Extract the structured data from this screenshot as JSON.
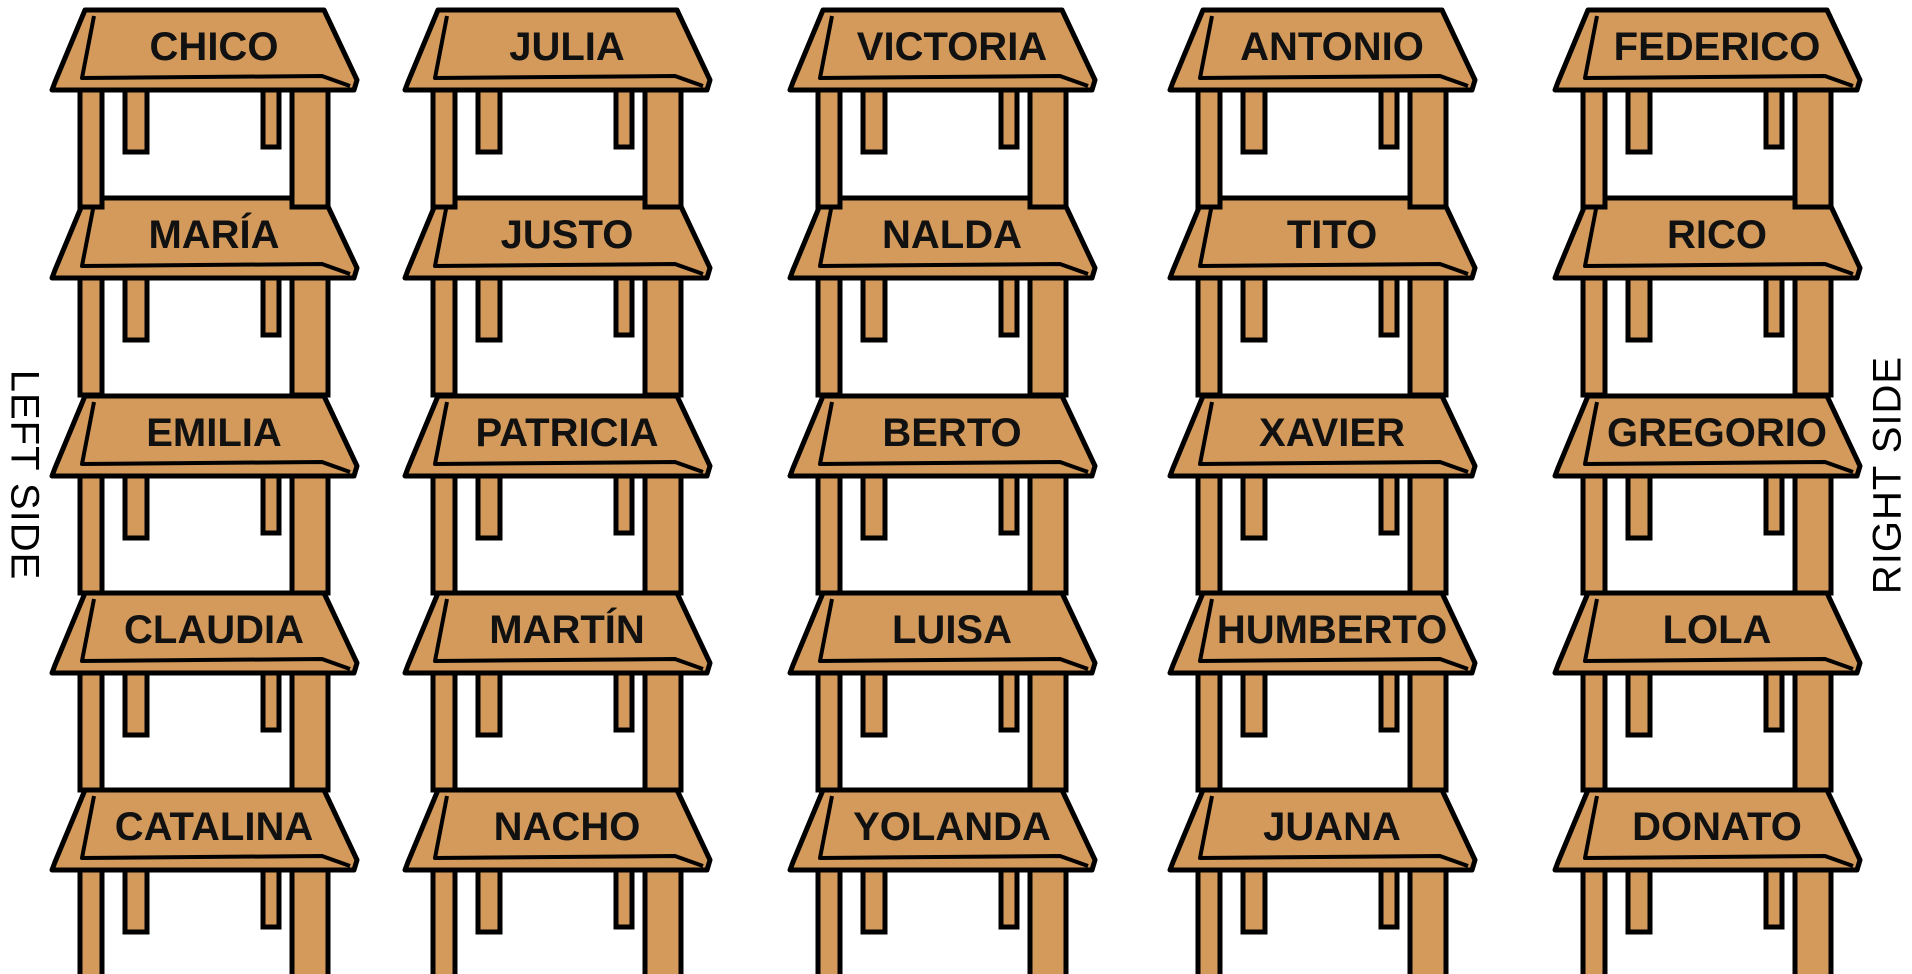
{
  "labels": {
    "left": "LEFT SIDE",
    "right": "RIGHT SIDE"
  },
  "colors": {
    "desk": "#D39A5B",
    "outline": "#000000",
    "text": "#111111"
  },
  "rows": [
    [
      "CHICO",
      "JULIA",
      "VICTORIA",
      "ANTONIO",
      "FEDERICO"
    ],
    [
      "MARÍA",
      "JUSTO",
      "NALDA",
      "TITO",
      "RICO"
    ],
    [
      "EMILIA",
      "PATRICIA",
      "BERTO",
      "XAVIER",
      "GREGORIO"
    ],
    [
      "CLAUDIA",
      "MARTÍN",
      "LUISA",
      "HUMBERTO",
      "LOLA"
    ],
    [
      "CATALINA",
      "NACHO",
      "YOLANDA",
      "JUANA",
      "DONATO"
    ]
  ]
}
